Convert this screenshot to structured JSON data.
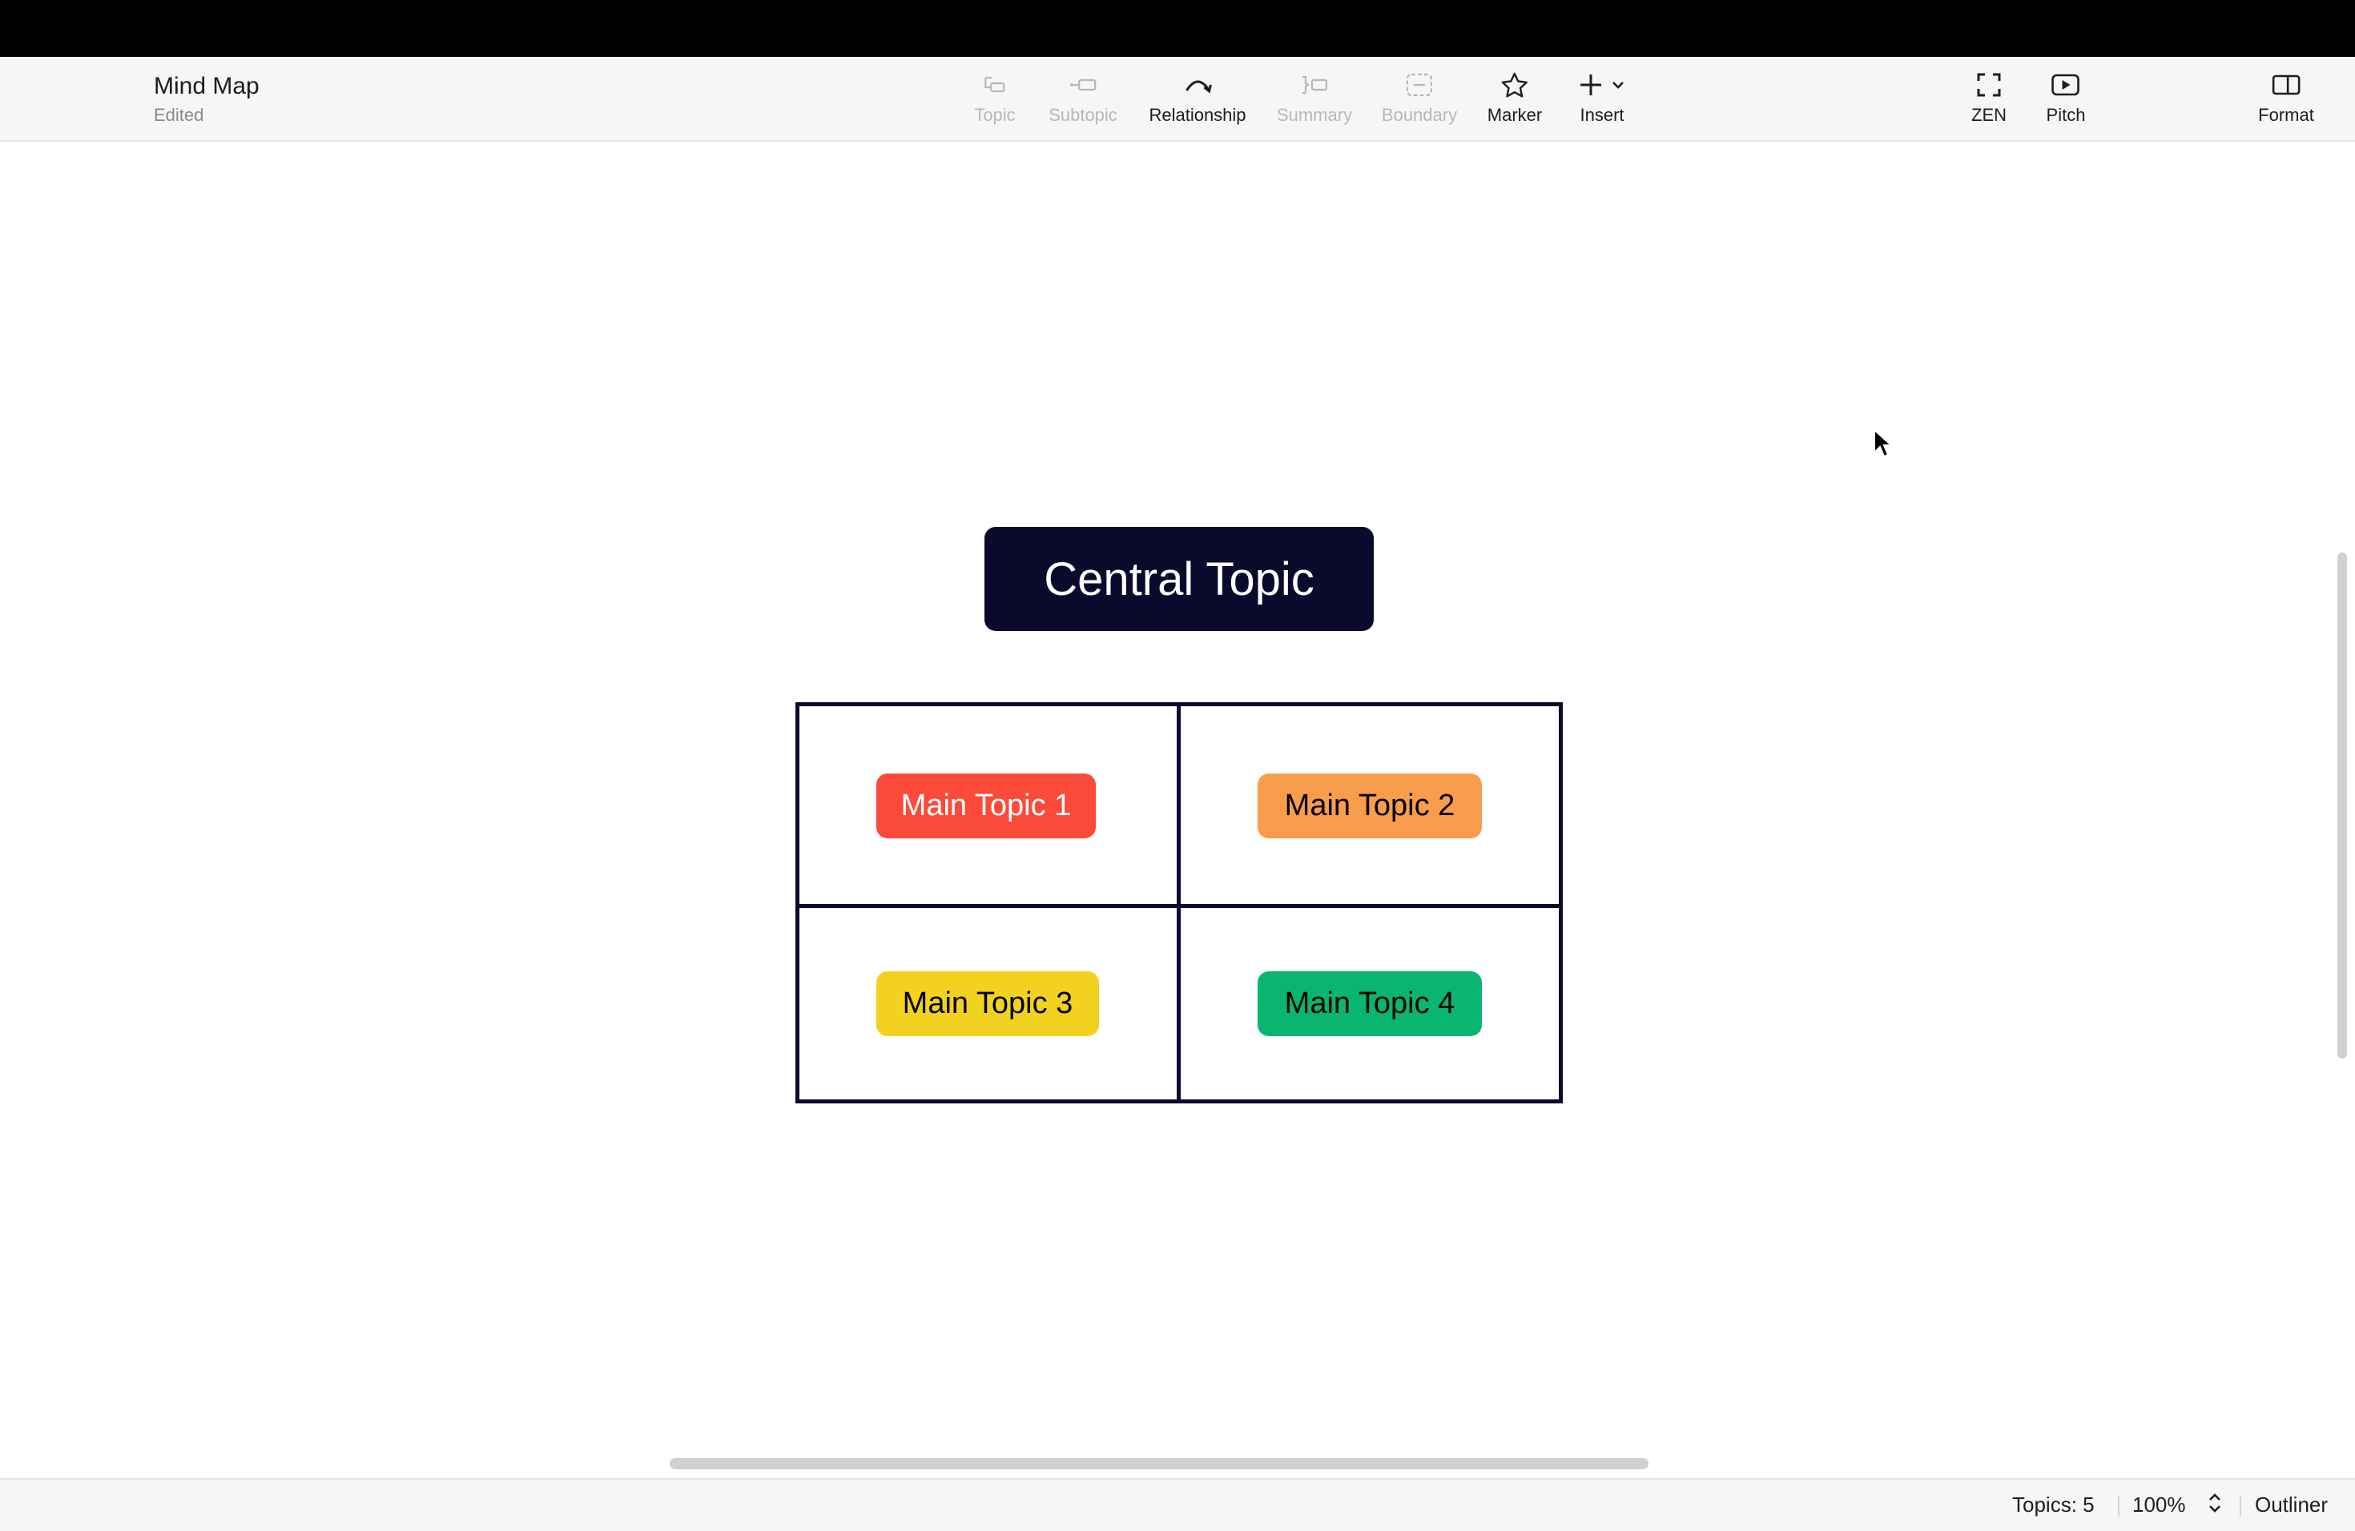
{
  "document": {
    "title": "Mind Map",
    "status": "Edited"
  },
  "toolbar": {
    "items": [
      {
        "label": "Topic",
        "icon": "topic-icon",
        "enabled": false
      },
      {
        "label": "Subtopic",
        "icon": "subtopic-icon",
        "enabled": false
      },
      {
        "label": "Relationship",
        "icon": "relationship-icon",
        "enabled": true
      },
      {
        "label": "Summary",
        "icon": "summary-icon",
        "enabled": false
      },
      {
        "label": "Boundary",
        "icon": "boundary-icon",
        "enabled": false
      },
      {
        "label": "Marker",
        "icon": "star-icon",
        "enabled": true
      },
      {
        "label": "Insert",
        "icon": "plus-icon",
        "enabled": true
      },
      {
        "label": "ZEN",
        "icon": "fullscreen-icon",
        "enabled": true
      },
      {
        "label": "Pitch",
        "icon": "play-icon",
        "enabled": true
      },
      {
        "label": "Format",
        "icon": "sidebar-icon",
        "enabled": true
      }
    ]
  },
  "map": {
    "central_topic": {
      "label": "Central Topic",
      "color": "#0b0a2c",
      "text_color": "#ffffff"
    },
    "main_topics": [
      {
        "label": "Main Topic 1",
        "color": "#fb4a3a",
        "text_color": "#ffffff"
      },
      {
        "label": "Main Topic 2",
        "color": "#f79d4c",
        "text_color": "#000000"
      },
      {
        "label": "Main Topic 3",
        "color": "#f2d21f",
        "text_color": "#000000"
      },
      {
        "label": "Main Topic 4",
        "color": "#0ab56f",
        "text_color": "#000000"
      }
    ]
  },
  "status_bar": {
    "topics_count": "Topics: 5",
    "zoom": "100%",
    "outliner_label": "Outliner"
  }
}
